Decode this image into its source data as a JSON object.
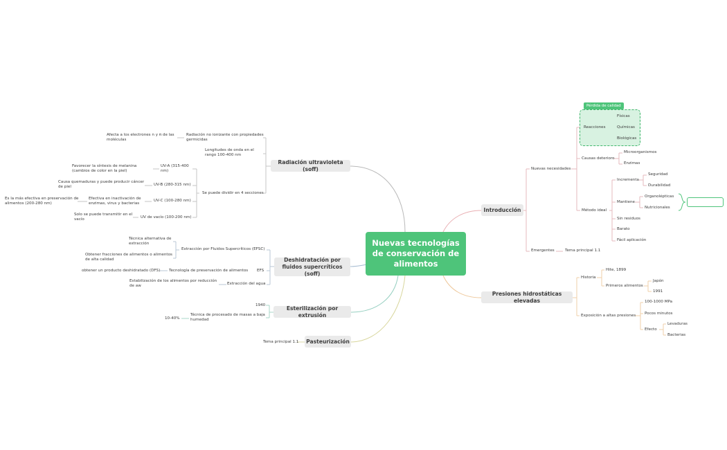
{
  "central": "Nuevas tecnologías de conservación de alimentos",
  "topics": {
    "uv": "Radiación ultravioleta (soff)",
    "deshid": "Deshidratación por fluidos supercríticos (soff)",
    "ester": "Esterilización por extrusión",
    "pasteur": "Pasteurización",
    "intro": "Introducción",
    "presiones": "Presiones hidrostáticas elevadas"
  },
  "uv": {
    "rad": "Radiación no ionizante con propiedades germicidas",
    "afecta": "Afecta a los electrones n y π de las moléculas",
    "longitudes": "Longitudes de onda en el rango 100-400 nm",
    "secciones": "Se puede dividir en 4 secciones",
    "uva": "UV-A (315-400 nm)",
    "uva_d": "Favorecer la síntesis de melanina (cambios de color en la piel)",
    "uvb": "UV-B (280-315 nm)",
    "uvb_d": "Causa quemaduras y puede producir cáncer de piel",
    "uvc": "UV-C (100-280 nm)",
    "uvc_d": "Efectiva en inactivación de enzimas, virus y bacterias",
    "uvc_d2": "Es la más efectiva en preservación de alimentos (200-280 nm)",
    "uvv": "UV de vacío (100-200 nm)",
    "uvv_d": "Solo se puede transmitir en el vacío"
  },
  "deshid": {
    "efsc": "Extracción por Fluidos Supercríticos (EFSC)",
    "tec_alt": "Técnica alternativa de extracción",
    "obtener_fr": "Obtener fracciones de alimentos o alimentos de alta calidad",
    "efs": "EFS",
    "tec_pres": "Tecnología de preservación de alimentos",
    "dfs": "obtener un producto deshidratado (DFS)",
    "extr_agua": "Extracción del agua",
    "estab": "Estabilización de los alimentos por reducción de aw"
  },
  "ester": {
    "y1940": "1940",
    "tec_proc": "Técnica de procesado de masas a baja humedad",
    "pct": "10-40%"
  },
  "pasteur": {
    "tema": "Tema principal 1.1"
  },
  "intro": {
    "nuevas": "Nuevas necesidades",
    "perdida": "Pérdida de calidad",
    "reacciones": "Reacciones",
    "fisicas": "Físicas",
    "quimicas": "Químicas",
    "biologicas": "Biológicas",
    "causas": "Causas deterioro",
    "micro": "Microorganismos",
    "enzimas": "Enzimas",
    "metodo": "Método ideal",
    "incrementa": "Incrementa",
    "seguridad": "Seguridad",
    "durabilidad": "Durabilidad",
    "mantiene": "Mantiene",
    "organo": "Organolépticas",
    "nutri": "Nutricionales",
    "sinres": "Sin residuos",
    "barato": "Barato",
    "facil": "Fácil aplicación",
    "emergentes": "Emergentes",
    "tema": "Tema principal 1.1"
  },
  "presiones": {
    "historia": "Historia",
    "hite": "Hite, 1899",
    "primeros": "Primeros alimentos",
    "japon": "Japón",
    "y1991": "1991",
    "exposicion": "Exposición a altas presiones",
    "mpa": "100-1000 MPa",
    "pocos": "Pocos minutos",
    "efecto": "Efecto",
    "levaduras": "Levaduras",
    "bacterias": "Bacterias"
  },
  "colors": {
    "central": "#4ec47a",
    "uv": "#b9b9b9",
    "deshid": "#a3b9cf",
    "ester": "#95cfc0",
    "pasteur": "#d7d59a",
    "intro": "#e9aeb2",
    "presiones": "#eec79a"
  }
}
